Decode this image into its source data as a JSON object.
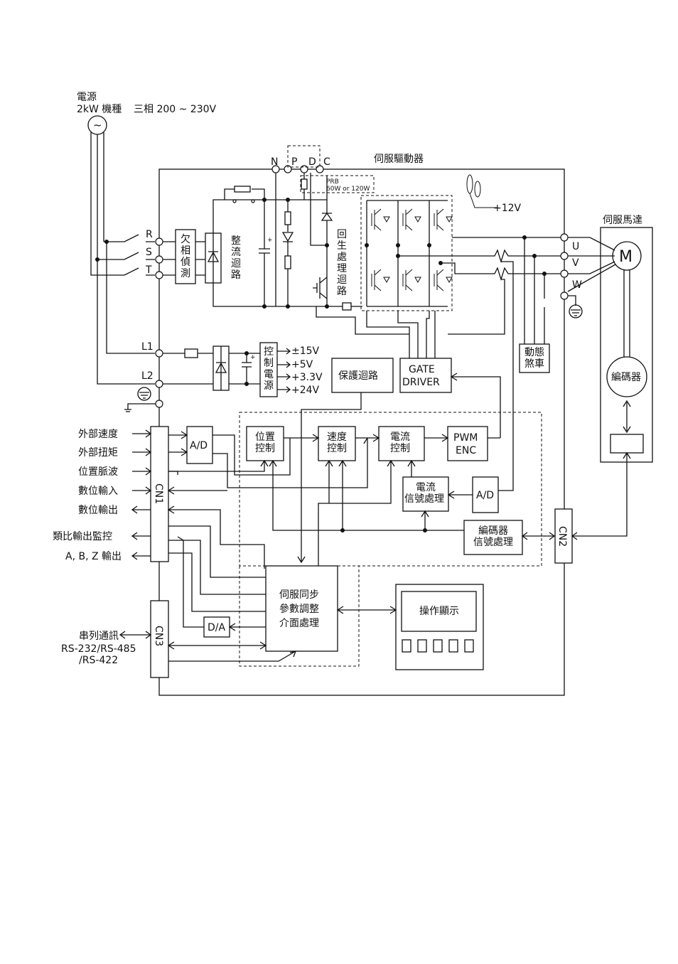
{
  "power_source": {
    "line1": "電源",
    "line2": "2kW 機種",
    "spec": "三相 200 ~ 230V",
    "symbol": "~"
  },
  "drive": {
    "title": "伺服驅動器"
  },
  "motor": {
    "title": "伺服馬達",
    "symbol": "M",
    "encoder": "編碼器"
  },
  "terminals": {
    "R": "R",
    "S": "S",
    "T": "T",
    "L1": "L1",
    "L2": "L2",
    "N": "N",
    "P": "P",
    "D": "D",
    "C": "C",
    "U": "U",
    "V": "V",
    "W": "W"
  },
  "prb": {
    "line1": "PRB",
    "line2": "60W or 120W"
  },
  "fan_voltage": "+12V",
  "blocks": {
    "phase_loss": [
      "欠",
      "相",
      "偵",
      "測"
    ],
    "rectifier": [
      "整",
      "流",
      "迴",
      "路"
    ],
    "regen": [
      "回",
      "生",
      "處",
      "理",
      "迴",
      "路"
    ],
    "control_power": [
      "控",
      "制",
      "電",
      "源"
    ],
    "protection": "保護迴路",
    "gate_driver": [
      "GATE",
      "DRIVER"
    ],
    "dynamic_brake": [
      "動態",
      "煞車"
    ],
    "position_ctrl": [
      "位置",
      "控制"
    ],
    "speed_ctrl": [
      "速度",
      "控制"
    ],
    "current_ctrl": [
      "電流",
      "控制"
    ],
    "pwm_enc": [
      "PWM",
      "ENC"
    ],
    "current_signal": [
      "電流",
      "信號處理"
    ],
    "encoder_signal": [
      "編碼器",
      "信號處理"
    ],
    "ad1": "A/D",
    "ad2": "A/D",
    "da": "D/A",
    "servo_interface": [
      "伺服同步",
      "參數調整",
      "介面處理"
    ],
    "operation_display": "操作顯示"
  },
  "voltages": [
    "±15V",
    "+5V",
    "+3.3V",
    "+24V"
  ],
  "connectors": {
    "cn1": "CN1",
    "cn2": "CN2",
    "cn3": "CN3"
  },
  "cn1_signals": [
    "外部速度",
    "外部扭矩",
    "位置脈波",
    "數位輸入",
    "數位輸出",
    "類比輸出監控",
    "A, B, Z 輸出"
  ],
  "serial": {
    "line1": "串列通訊",
    "line2": "RS-232/RS-485",
    "line3": "/RS-422"
  },
  "labels": {
    "cap_plus": "+"
  }
}
